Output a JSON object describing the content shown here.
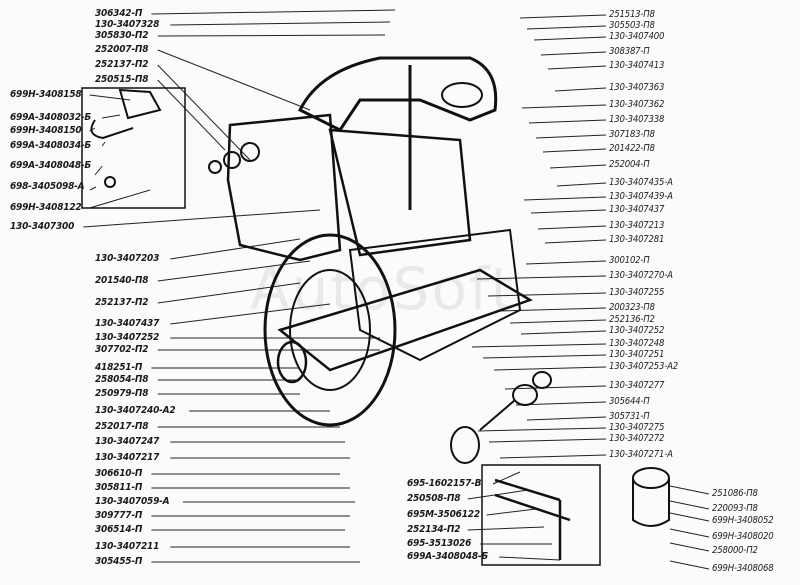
{
  "watermark": "AutoSoft",
  "labels": {
    "left_top": [
      "306342-П",
      "130-3407328",
      "305830-П2",
      "252007-П8",
      "252137-П2",
      "250515-П8"
    ],
    "left_inset": [
      "699Н-3408158",
      "699А-3408032-Б",
      "699Н-3408150",
      "699А-3408034-Б",
      "699А-3408048-Б",
      "698-3405098-А",
      "699Н-3408122",
      "130-3407300"
    ],
    "left_lower": [
      "130-3407203",
      "201540-П8",
      "252137-П2",
      "130-3407437",
      "130-3407252",
      "307702-П2",
      "418251-П",
      "258054-П8",
      "250979-П8",
      "130-3407240-А2",
      "252017-П8",
      "130-3407247",
      "130-3407217",
      "306610-П",
      "305811-П",
      "130-3407059-А",
      "309777-П",
      "306514-П",
      "130-3407211",
      "305455-П"
    ],
    "right": [
      "251513-П8",
      "305503-П8",
      "130-3407400",
      "308387-П",
      "130-3407413",
      "130-3407363",
      "130-3407362",
      "130-3407338",
      "307183-П8",
      "201422-П8",
      "252004-П",
      "130-3407435-А",
      "130-3407439-А",
      "130-3407437",
      "130-3407213",
      "130-3407281",
      "300102-П",
      "130-3407270-А",
      "130-3407255",
      "200323-П8",
      "252136-П2",
      "130-3407252",
      "130-3407248",
      "130-3407251",
      "130-3407253-А2",
      "130-3407277",
      "305644-П",
      "305731-П",
      "130-3407275",
      "130-3407272",
      "130-3407271-А"
    ],
    "bottom_middle": [
      "695-1602157-В",
      "250508-П8",
      "695М-3506122",
      "252134-П2",
      "695-3513026",
      "699А-3408048-Б"
    ],
    "bottom_right": [
      "251086-П8",
      "220093-П8",
      "699Н-3408052",
      "699Н-3408020",
      "258000-П2",
      "699Н-3408068"
    ]
  }
}
